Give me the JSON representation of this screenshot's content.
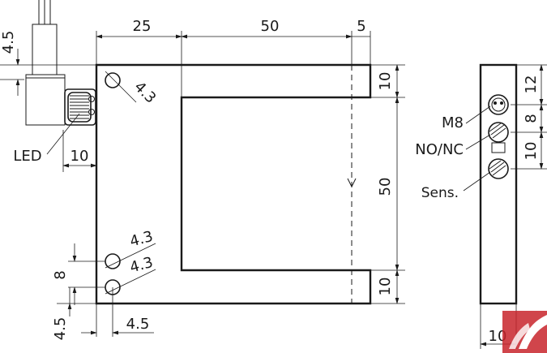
{
  "dimensions": {
    "top_left": "25",
    "top_mid": "50",
    "top_right": "5",
    "cable_offset": "4.5",
    "led_offset": "10",
    "hole_top": "4.3",
    "hole_bottom_1": "4.3",
    "hole_bottom_2": "4.3",
    "hole_spacing": "8",
    "bottom_vertical": "4.5",
    "bottom_horizontal": "4.5",
    "right_upper": "10",
    "right_middle": "50",
    "right_lower": "10",
    "side_12": "12",
    "side_8": "8",
    "side_10": "10",
    "side_width": "10"
  },
  "labels": {
    "led": "LED",
    "m8": "M8",
    "no_nc": "NO/NC",
    "sens": "Sens."
  },
  "colors": {
    "line": "#1a1a1a",
    "logo_red": "#c8242c"
  },
  "icons": {
    "logo": "company-logo-icon"
  }
}
